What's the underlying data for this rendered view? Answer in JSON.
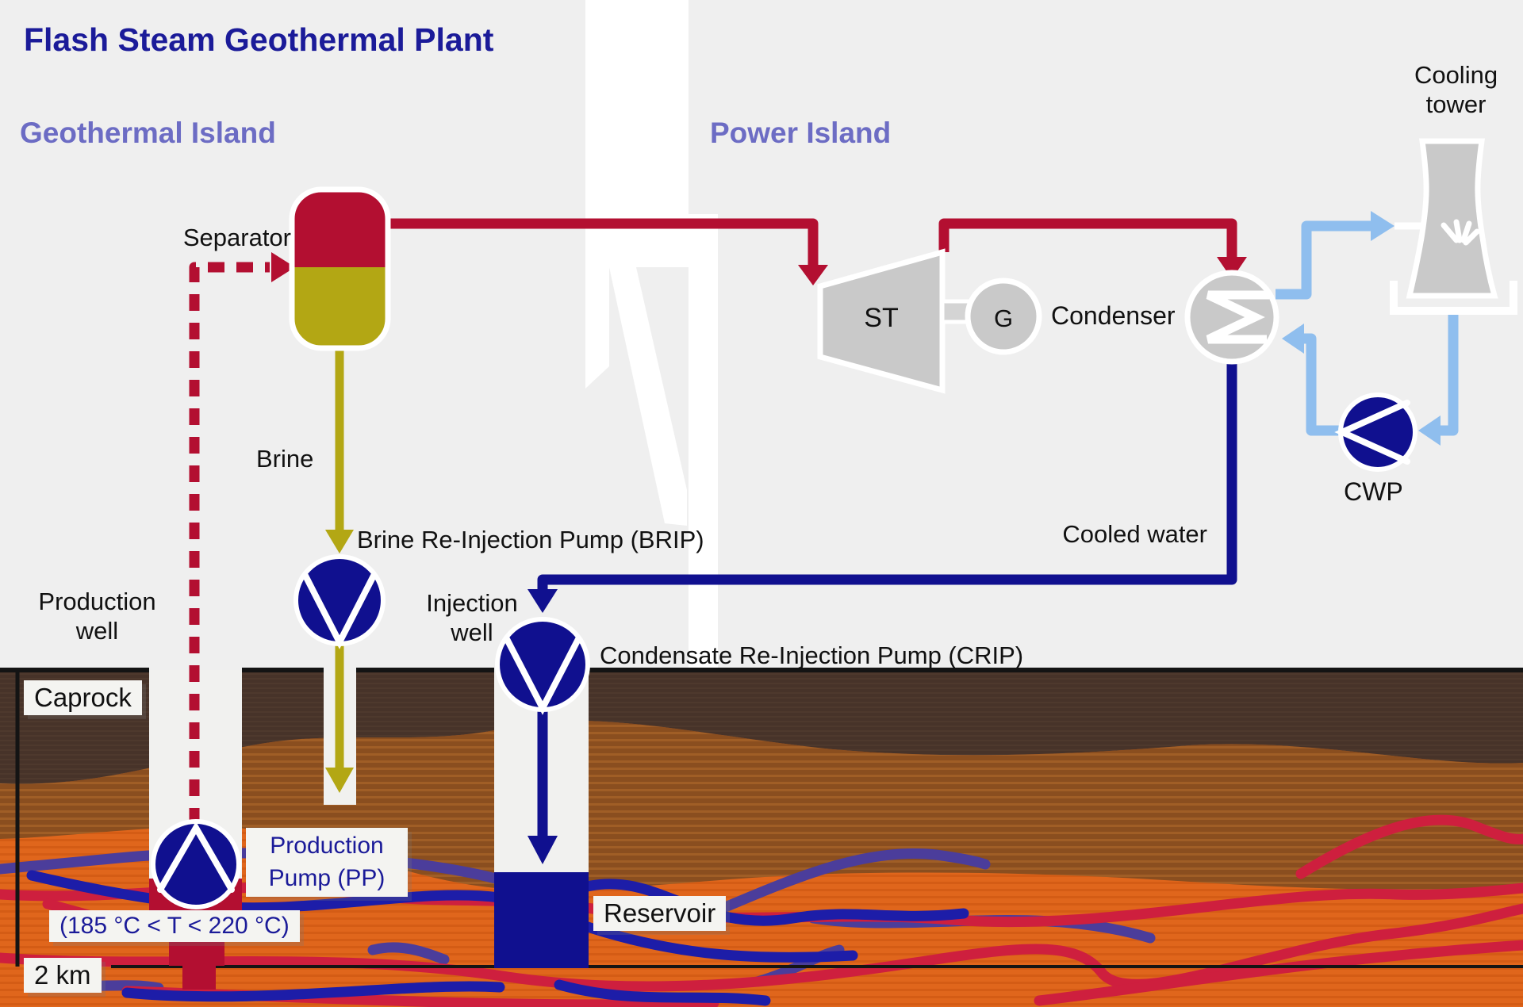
{
  "header": {
    "title": "Flash Steam Geothermal Plant"
  },
  "islands": {
    "geothermal_label": "Geothermal Island",
    "power_label": "Power Island"
  },
  "equipment": {
    "separator_label": "Separator",
    "steam_turbine_label": "ST",
    "generator_label": "G",
    "condenser_label": "Condenser",
    "cooling_tower_label": "Cooling tower",
    "cooling_water_pump_label": "CWP"
  },
  "streams": {
    "brine_label": "Brine",
    "brine_reinjection_pump_label": "Brine Re-Injection Pump (BRIP)",
    "condensate_reinjection_pump_label": "Condensate Re-Injection Pump (CRIP)",
    "cooled_water_label": "Cooled water",
    "production_pump_label": "Production Pump (PP)",
    "production_temperature_label": "(185 °C < T <  220 °C)"
  },
  "wells": {
    "production_well_label": "Production well",
    "injection_well_label": "Injection well"
  },
  "subsurface": {
    "caprock_label": "Caprock",
    "reservoir_label": "Reservoir",
    "depth_scale_label": "2 km"
  },
  "colors": {
    "steam": "#b30f31",
    "brine": "#b3a714",
    "navy": "#10108f",
    "coolblue": "#8fbeee",
    "metal": "#c9c9c9",
    "panel": "#efefef",
    "title": "#1b1b99",
    "island": "#6c6cc4",
    "dark_soil": "#473329",
    "mid_soil": "#8a4e1f",
    "orange_soil": "#e0661c",
    "fracture_red": "#ce1f3e",
    "fracture_purple": "#4b3d9b",
    "fracture_navy": "#1d1da8",
    "label_box": "#f4f4f1"
  }
}
